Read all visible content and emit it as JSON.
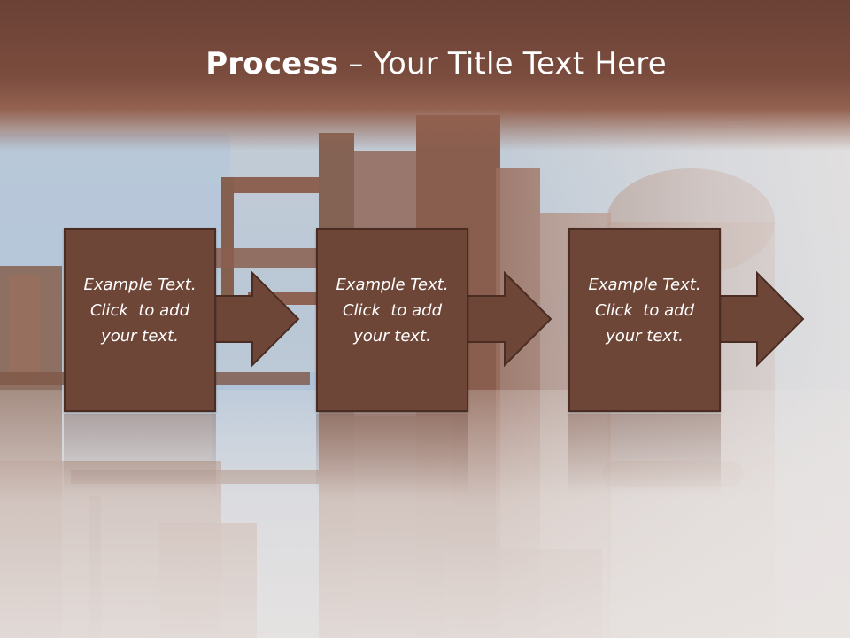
{
  "slide": {
    "title_bold": "Process",
    "title_rest": " – Your Title Text Here",
    "steps": [
      {
        "line1": "Example Text.",
        "line2": "Click  to add",
        "line3": "your text."
      },
      {
        "line1": "Example Text.",
        "line2": "Click  to add",
        "line3": "your text."
      },
      {
        "line1": "Example Text.",
        "line2": "Click  to add",
        "line3": "your text."
      }
    ]
  },
  "colors": {
    "box_fill": "#6e4638",
    "box_border": "#4a2c22",
    "title_band": "#7a4c3e",
    "title_text": "#ffffff"
  },
  "icons": [
    "right-arrow-icon"
  ]
}
